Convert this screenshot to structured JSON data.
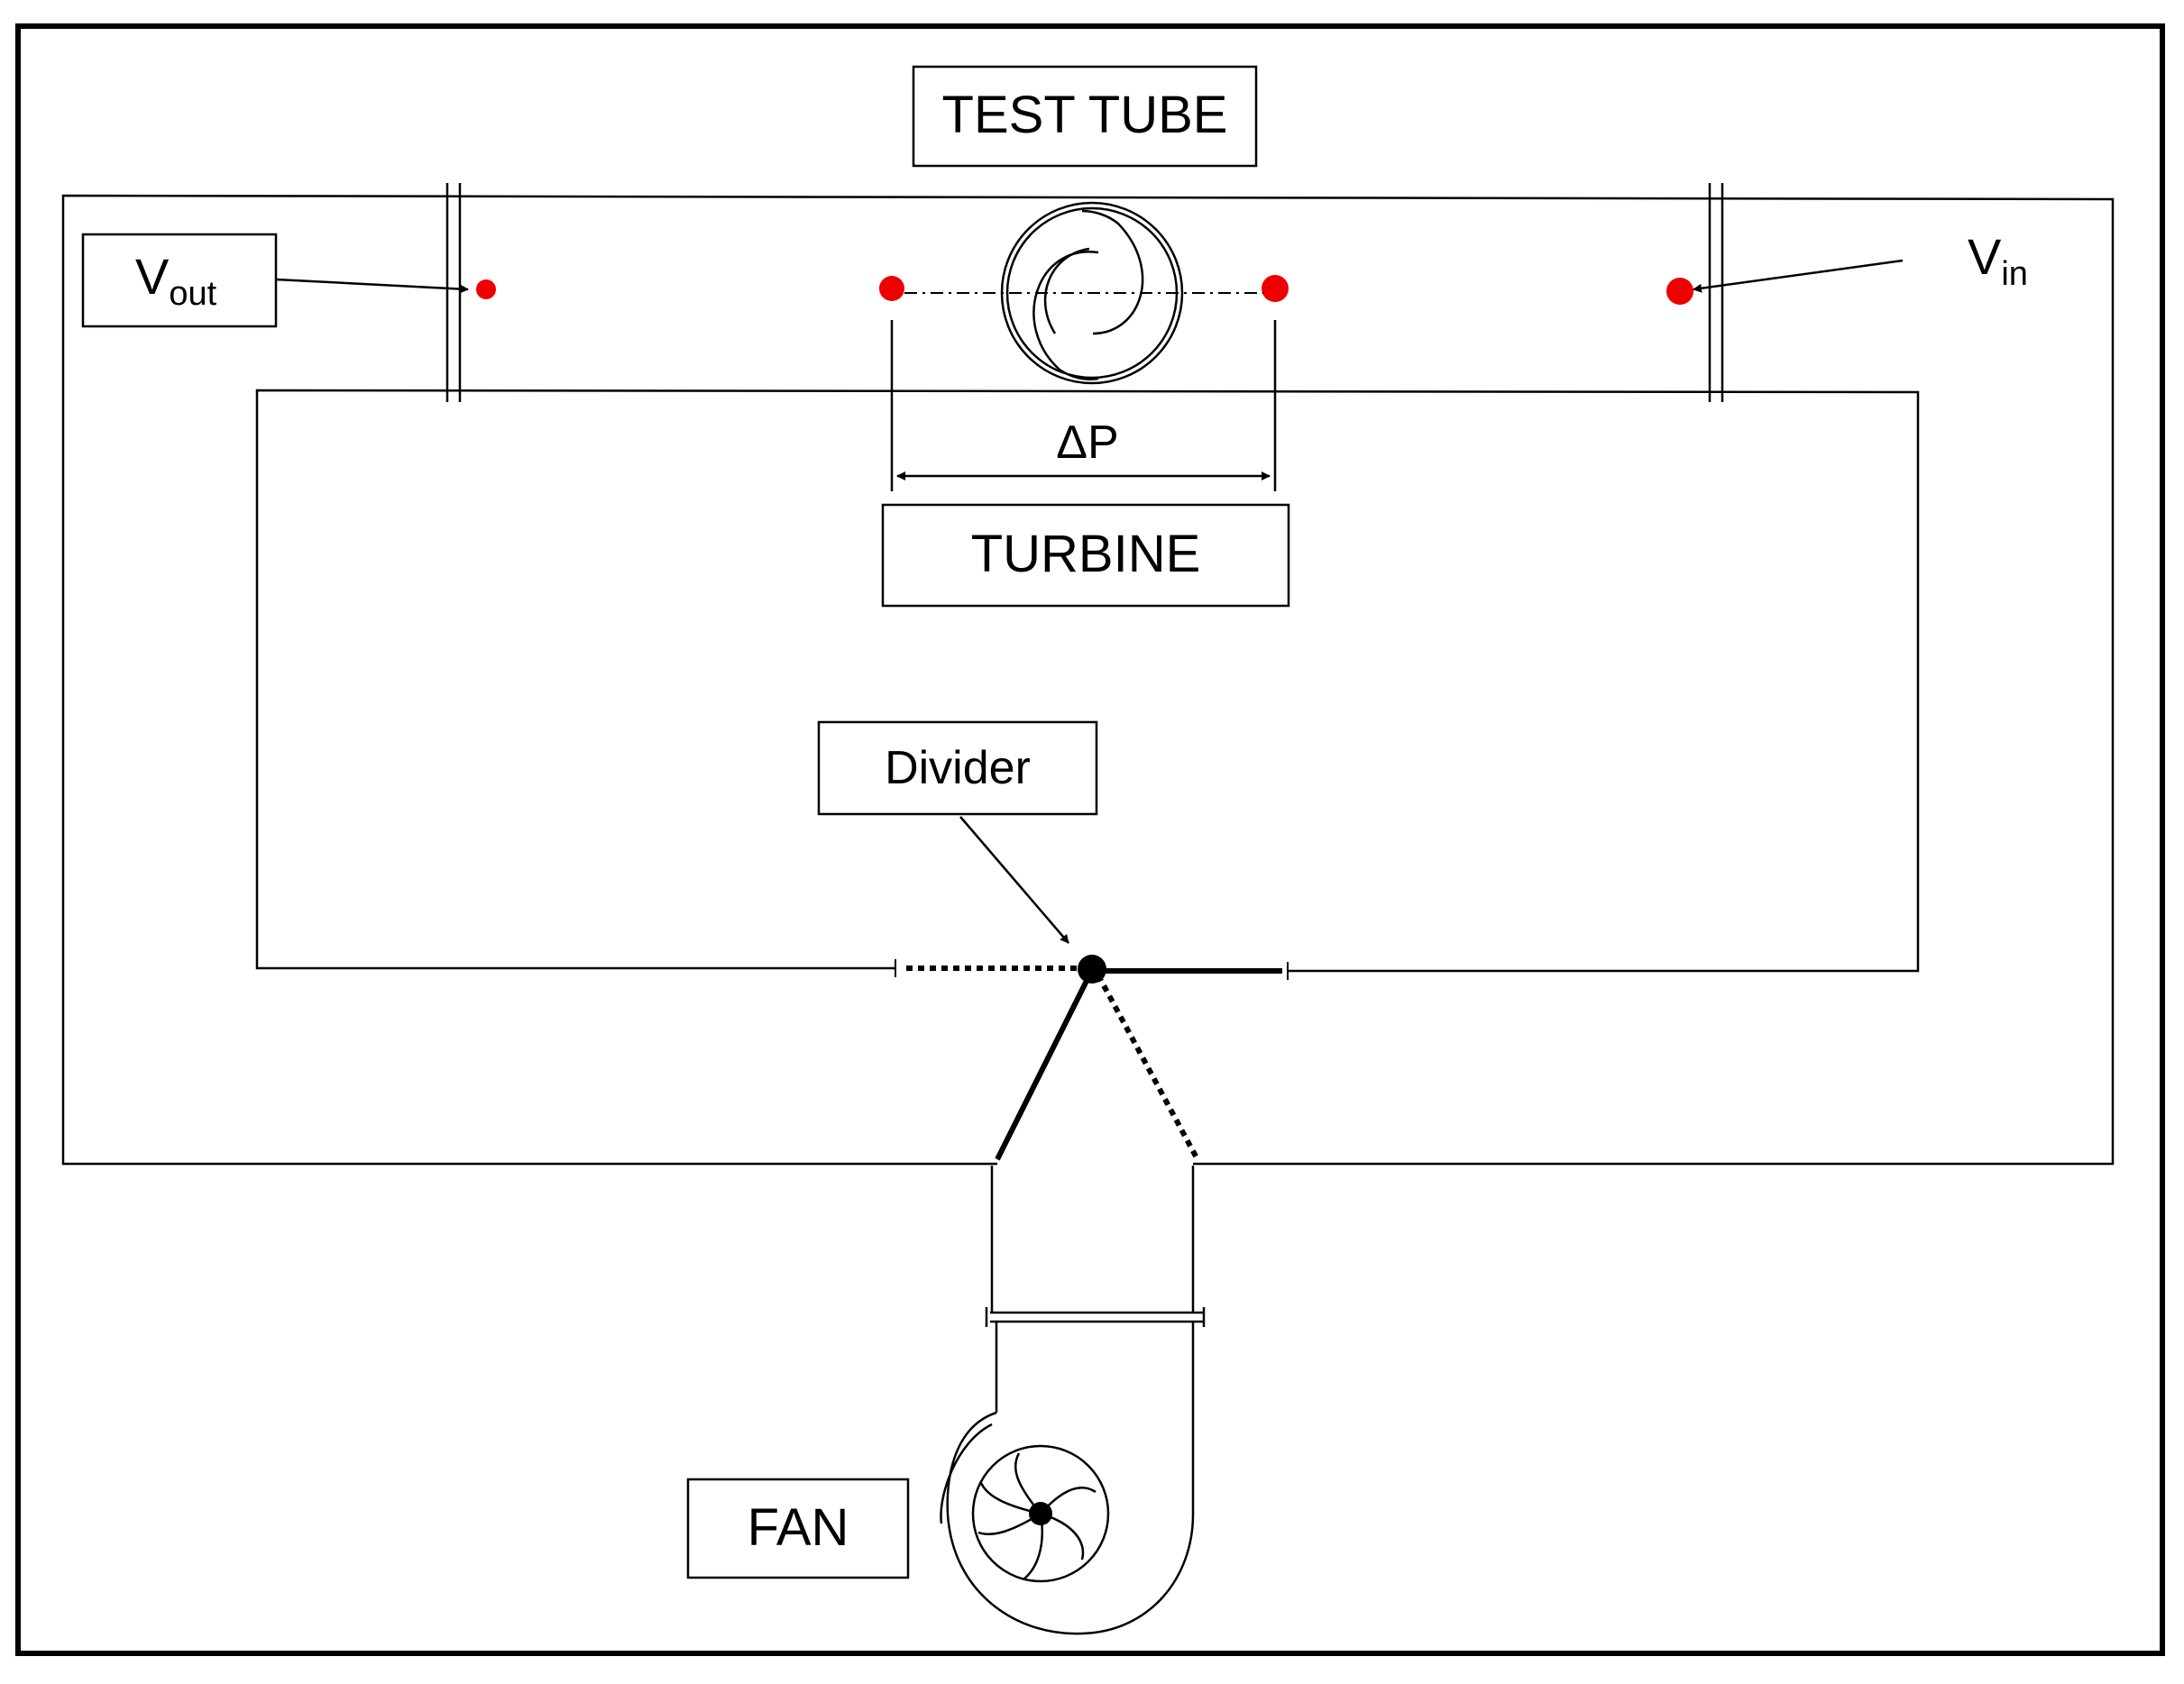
{
  "labels": {
    "test_tube": "TEST TUBE",
    "v_out_main": "V",
    "v_out_sub": "out",
    "v_in_main": "V",
    "v_in_sub": "in",
    "delta_p": "ΔP",
    "turbine": "TURBINE",
    "divider": "Divider",
    "fan": "FAN"
  },
  "colors": {
    "stroke": "#000000",
    "sensor_point": "#ee0000",
    "background": "#ffffff"
  },
  "icons": [
    "turbine-icon",
    "fan-icon",
    "divider-pivot-icon"
  ]
}
